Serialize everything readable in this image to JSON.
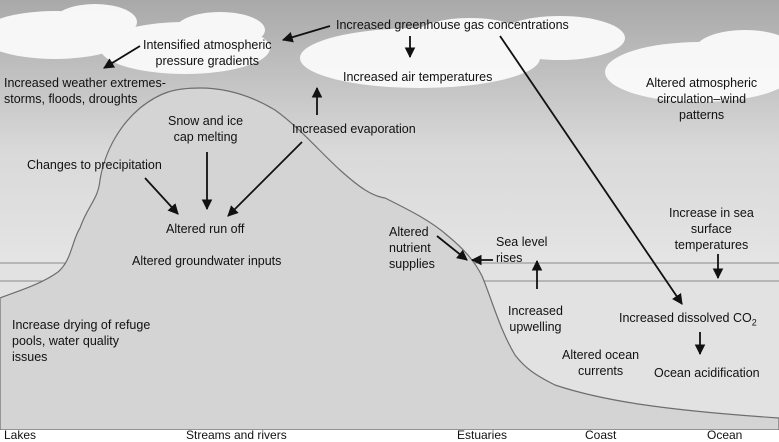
{
  "labels": {
    "greenhouse": "Increased greenhouse gas concentrations",
    "pressure": [
      "Intensified atmospheric",
      "pressure gradients"
    ],
    "air_temp": "Increased air temperatures",
    "weather": [
      "Increased weather extremes-",
      "storms, floods, droughts"
    ],
    "circulation": [
      "Altered atmospheric",
      "circulation–wind",
      "patterns"
    ],
    "snow": [
      "Snow and ice",
      "cap melting"
    ],
    "evaporation": "Increased evaporation",
    "precip": "Changes to precipitation",
    "runoff": "Altered run off",
    "groundwater": "Altered groundwater inputs",
    "nutrient": [
      "Altered",
      "nutrient",
      "supplies"
    ],
    "sea_level": [
      "Sea level",
      "rises"
    ],
    "sea_temp": [
      "Increase in sea",
      "surface",
      "temperatures"
    ],
    "drying": [
      "Increase drying of refuge",
      "pools, water quality",
      "issues"
    ],
    "upwelling": [
      "Increased",
      "upwelling"
    ],
    "co2_prefix": "Increased dissolved CO",
    "co2_sub": "2",
    "ocean_currents": [
      "Altered ocean",
      "currents"
    ],
    "acidification": "Ocean acidification"
  },
  "regions": [
    "Lakes",
    "Streams and rivers",
    "Estuaries",
    "Coast",
    "Ocean"
  ],
  "colors": {
    "sky_top": "#b0b0b0",
    "sky_bottom": "#f4f4f4",
    "land": "#d4d4d4",
    "water": "#e2e2e2",
    "outline": "#6e6e6e",
    "arrow": "#111111"
  }
}
